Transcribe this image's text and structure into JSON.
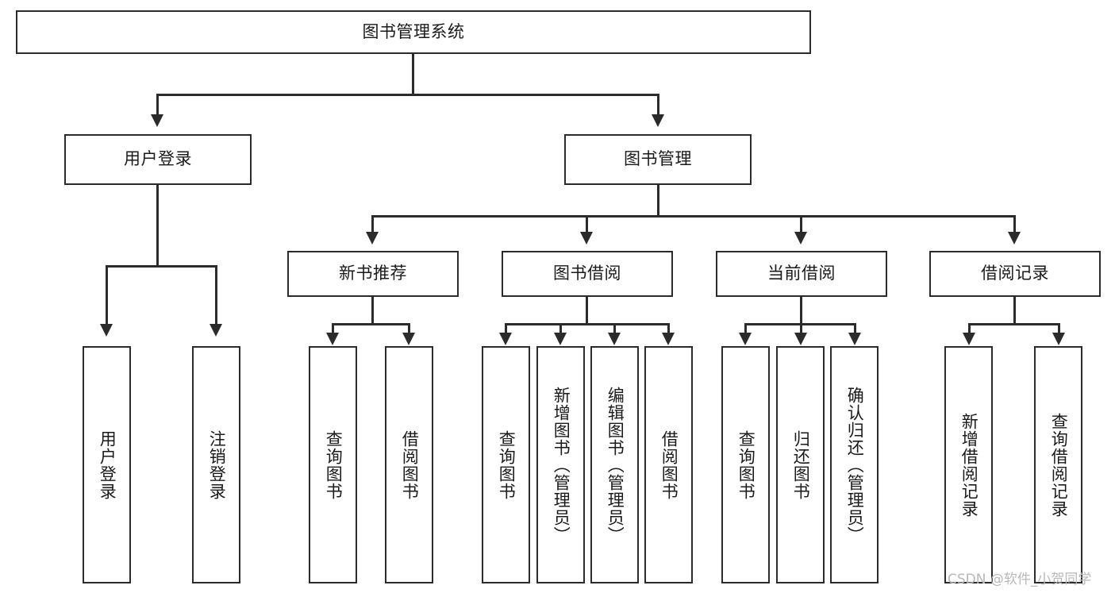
{
  "diagram": {
    "title": "图书管理系统",
    "watermark": "CSDN @软件_小贺同学",
    "line_color": "#2b2b2b",
    "box_fill": "#ffffff",
    "background": "#ffffff",
    "watermark_color": "#b8b8b8"
  },
  "nodes": {
    "root": {
      "label": "图书管理系统"
    },
    "level2": [
      {
        "label": "用户登录"
      },
      {
        "label": "图书管理"
      }
    ],
    "level3": [
      {
        "label": "新书推荐"
      },
      {
        "label": "图书借阅"
      },
      {
        "label": "当前借阅"
      },
      {
        "label": "借阅记录"
      }
    ],
    "leaves": {
      "user_login": [
        {
          "label": "用户登录"
        },
        {
          "label": "注销登录"
        }
      ],
      "new_book": [
        {
          "label": "查询图书"
        },
        {
          "label": "借阅图书"
        }
      ],
      "book_borrow": [
        {
          "label": "查询图书"
        },
        {
          "label": "新增图书（管理员）"
        },
        {
          "label": "编辑图书（管理员）"
        },
        {
          "label": "借阅图书"
        }
      ],
      "current_borrow": [
        {
          "label": "查询图书"
        },
        {
          "label": "归还图书"
        },
        {
          "label": "确认归还（管理员）"
        }
      ],
      "borrow_record": [
        {
          "label": "新增借阅记录"
        },
        {
          "label": "查询借阅记录"
        }
      ]
    }
  }
}
